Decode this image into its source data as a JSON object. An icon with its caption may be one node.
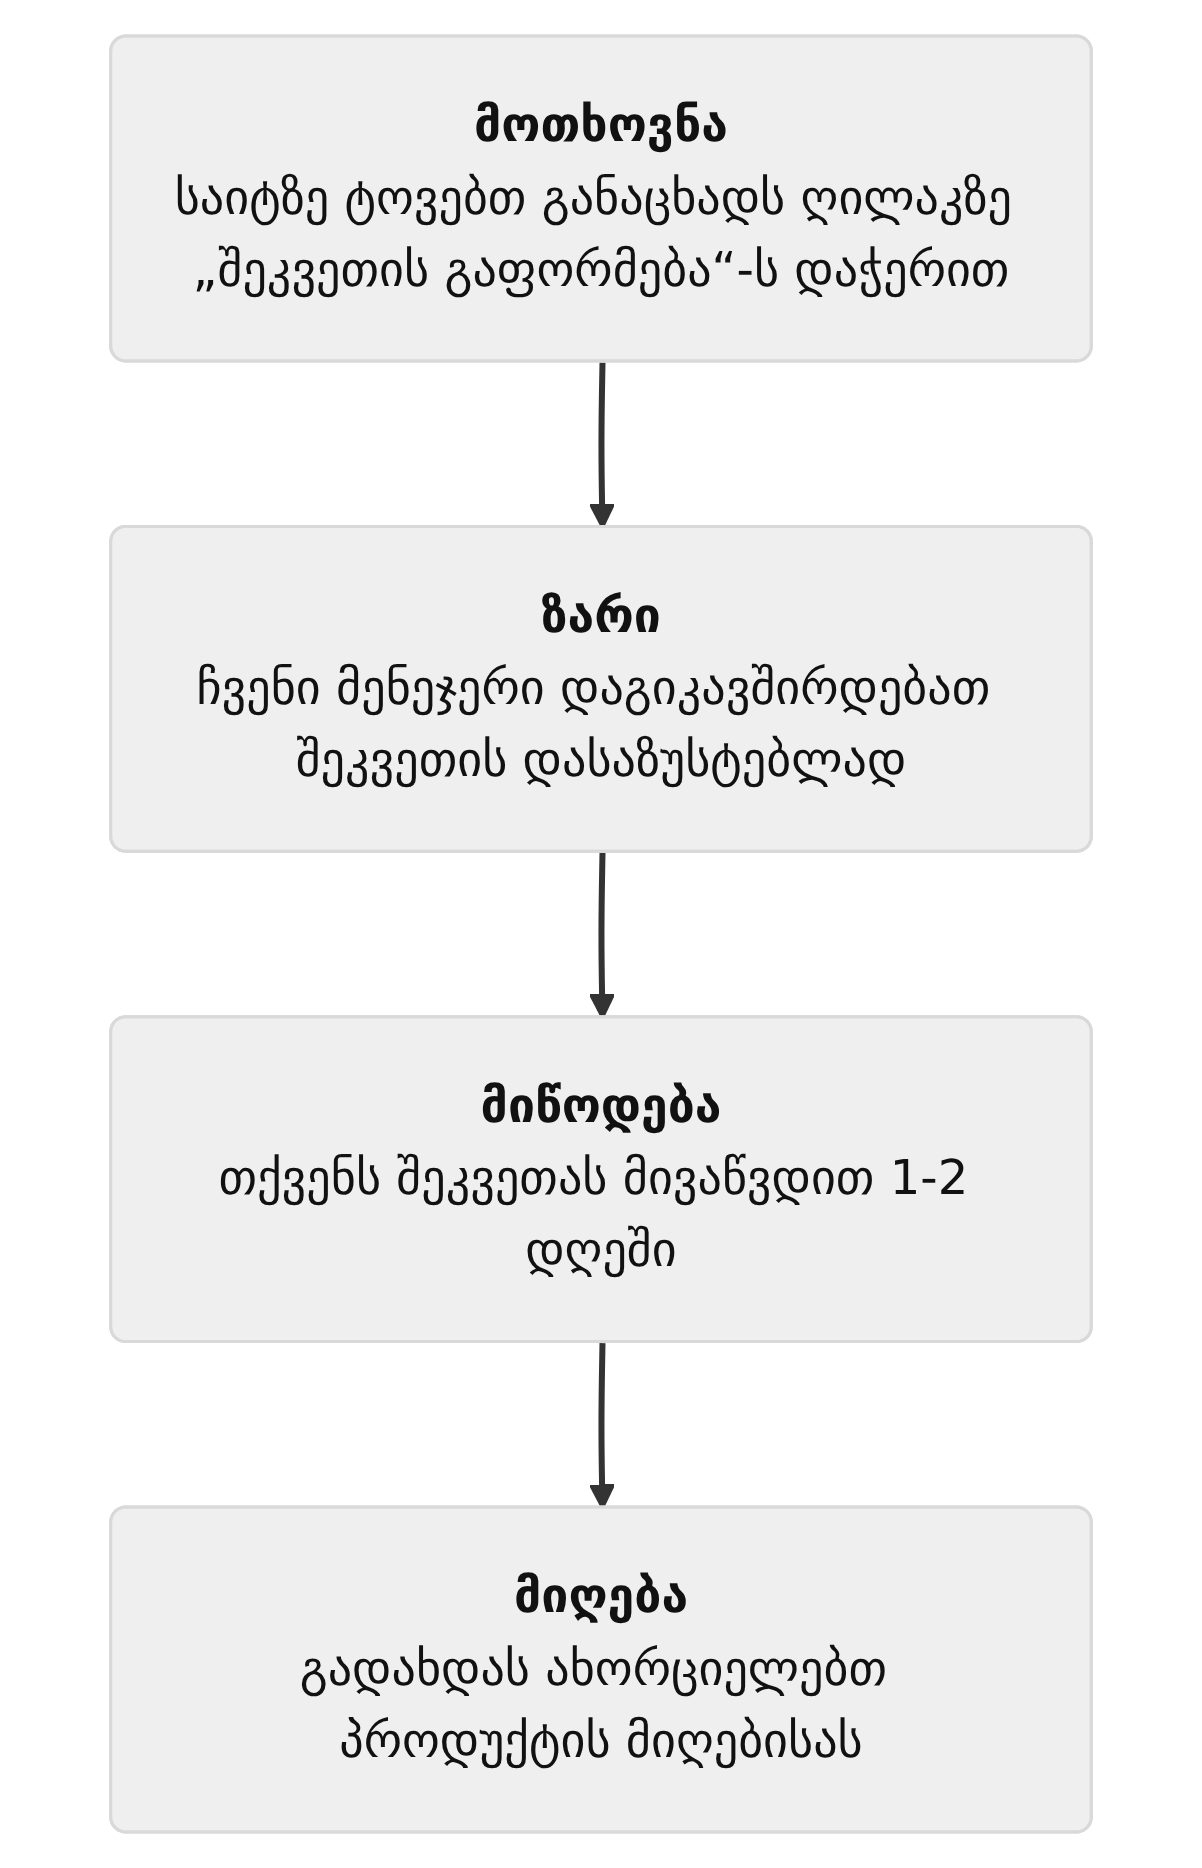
{
  "diagram": {
    "nodes": [
      {
        "text": [
          "მოთხოვნა",
          "საიტზე ტოვებთ განაცხადს ღილაკზე „შეკვეთის გაფორმება“-ს დაჭერით"
        ]
      },
      {
        "text": [
          "ზარი",
          "ჩვენი მენეჯერი დაგიკავშირდებათ შეკვეთის დასაზუსტებლად"
        ]
      },
      {
        "text": [
          "მიწოდება",
          "თქვენს შეკვეთას მივაწვდით 1-2 დღეში"
        ]
      },
      {
        "text": [
          "მიღება",
          "გადახდას ახორციელებთ პროდუქტის მიღებისას"
        ]
      }
    ],
    "edges": [
      {
        "from": 0,
        "to": 1,
        "arrow": "to"
      },
      {
        "from": 1,
        "to": 2,
        "arrow": "to"
      },
      {
        "from": 2,
        "to": 3,
        "arrow": "to"
      }
    ]
  }
}
